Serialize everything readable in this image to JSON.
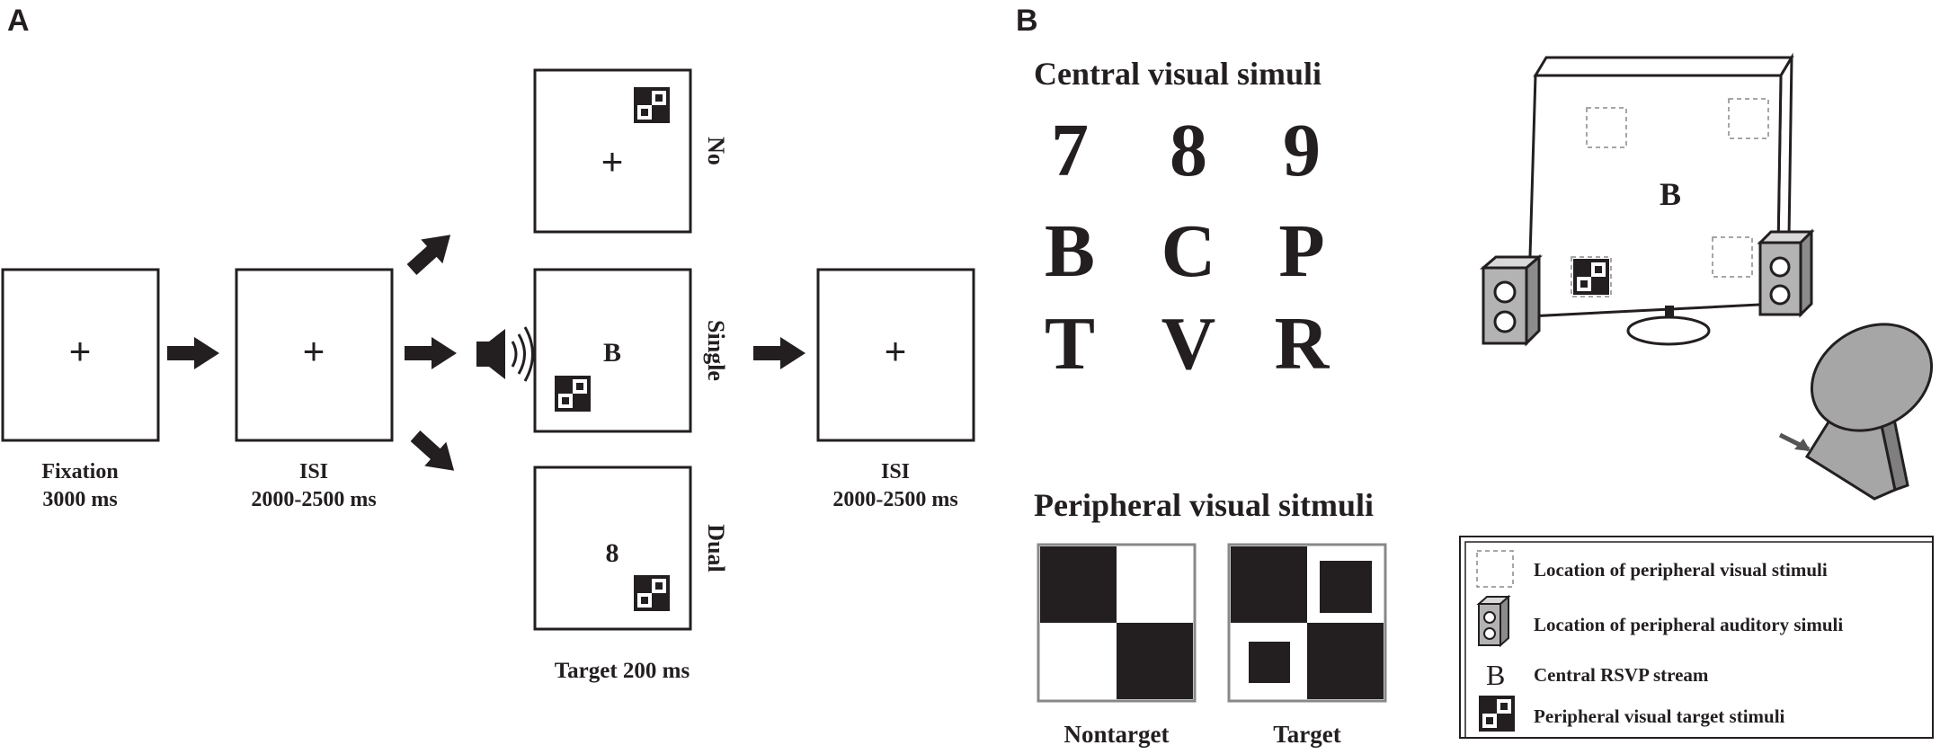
{
  "panel_a": {
    "label": "A",
    "fixation_symbol": "+",
    "steps": [
      {
        "name": "Fixation",
        "time": "3000 ms"
      },
      {
        "name": "ISI",
        "time": "2000-2500 ms"
      },
      {
        "name": "ISI",
        "time": "2000-2500 ms"
      }
    ],
    "targets": [
      {
        "condition": "No",
        "central": "+"
      },
      {
        "condition": "Single",
        "central": "B"
      },
      {
        "condition": "Dual",
        "central": "8"
      }
    ],
    "target_caption": "Target 200 ms"
  },
  "panel_b": {
    "label": "B",
    "central_title": "Central visual simuli",
    "central_stimuli": [
      [
        "7",
        "8",
        "9"
      ],
      [
        "B",
        "C",
        "P"
      ],
      [
        "T",
        "V",
        "R"
      ]
    ],
    "peripheral_title": "Peripheral visual sitmuli",
    "nontarget_label": "Nontarget",
    "target_label": "Target",
    "monitor_letter": "B",
    "legend": [
      {
        "icon": "dashed-square",
        "text": "Location of peripheral  visual stimuli"
      },
      {
        "icon": "speaker",
        "text": "Location of peripheral auditory simuli"
      },
      {
        "icon": "letter",
        "symbol": "B",
        "text": "Central RSVP stream"
      },
      {
        "icon": "checker",
        "text": "Peripheral visual target stimuli"
      }
    ]
  },
  "colors": {
    "ink": "#231f20",
    "speaker_gray": "#b3b3b3",
    "head_gray": "#a6a6a6",
    "dashed": "#888888"
  }
}
